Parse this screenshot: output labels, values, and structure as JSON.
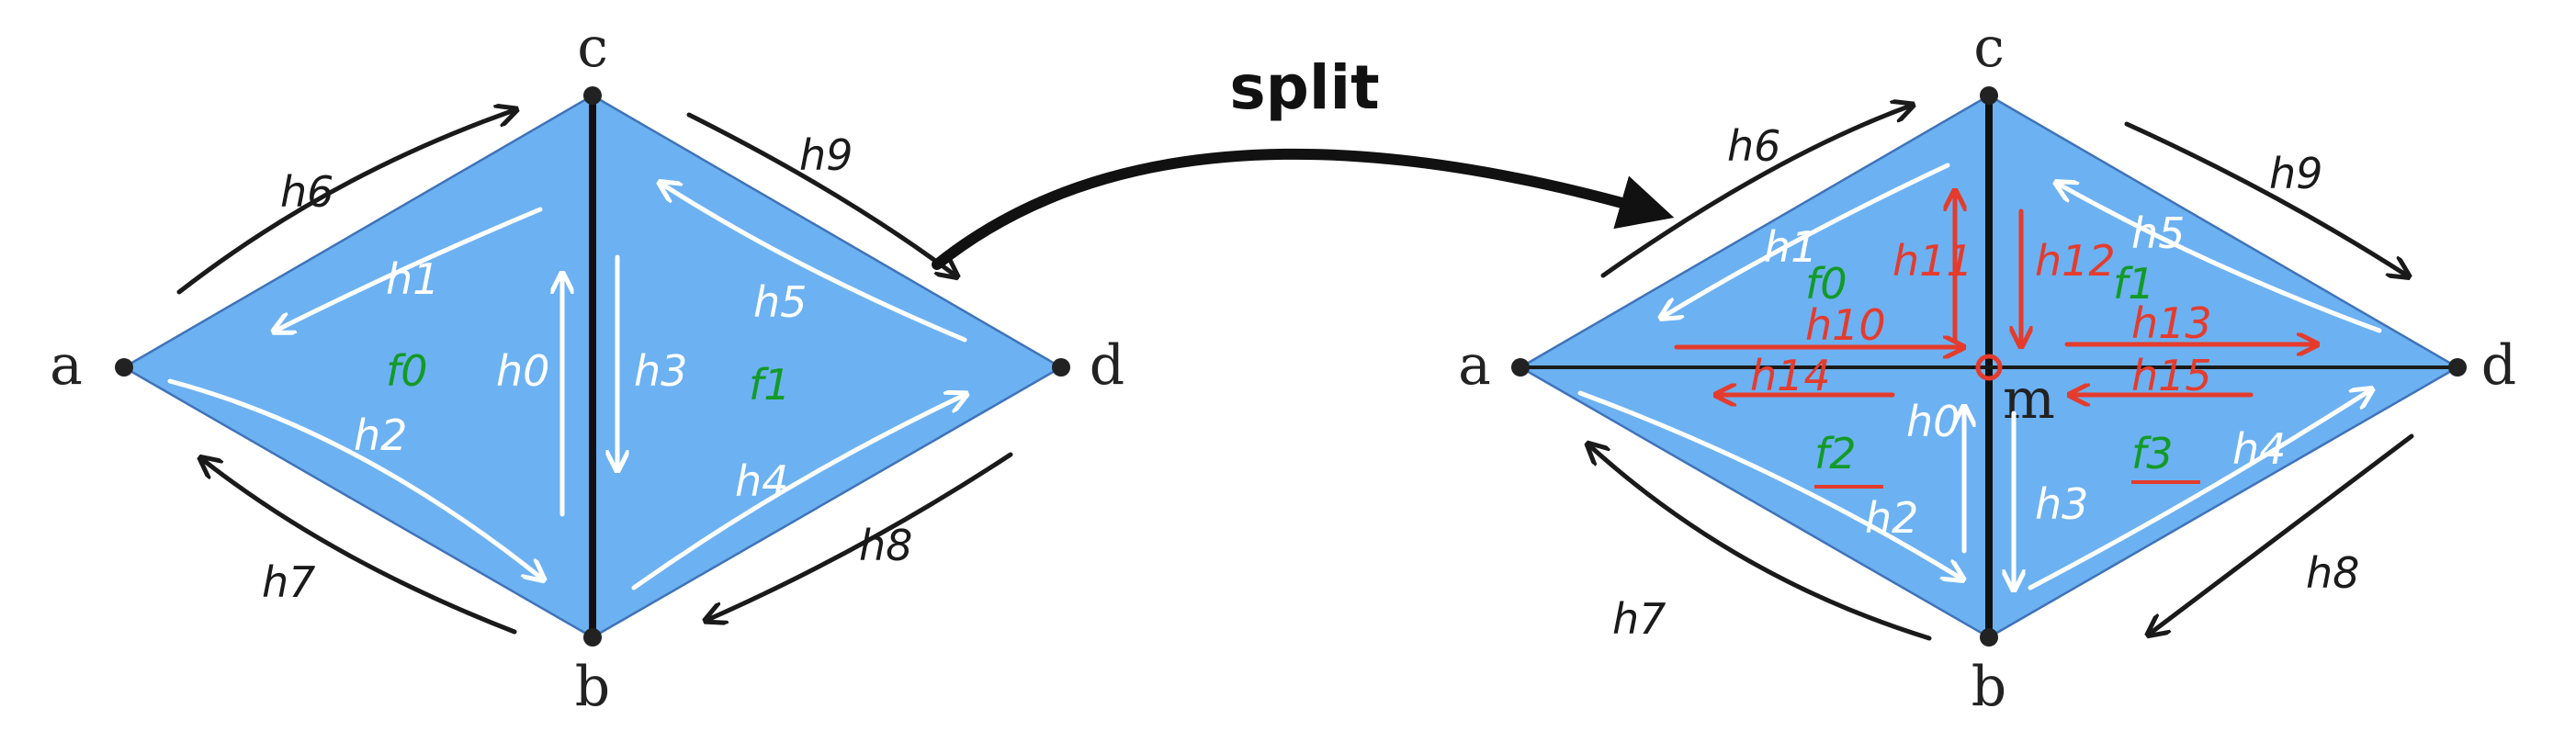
{
  "diagram": {
    "operation_label": "split",
    "colors": {
      "face_fill": "#6cb1f2",
      "face_outline": "#3f73b8",
      "edge_black": "#111111",
      "annotation_white": "#ffffff",
      "annotation_green": "#139a27",
      "annotation_red": "#e53b2c"
    },
    "before": {
      "vertices": {
        "a": "a",
        "b": "b",
        "c": "c",
        "d": "d"
      },
      "faces": {
        "f0": "f0",
        "f1": "f1"
      },
      "halfedges": {
        "h0": "h0",
        "h1": "h1",
        "h2": "h2",
        "h3": "h3",
        "h4": "h4",
        "h5": "h5",
        "h6": "h6",
        "h7": "h7",
        "h8": "h8",
        "h9": "h9"
      }
    },
    "after": {
      "vertices": {
        "a": "a",
        "b": "b",
        "c": "c",
        "d": "d",
        "m": "m"
      },
      "faces": {
        "f0": "f0",
        "f1": "f1",
        "f2": "f2",
        "f3": "f3"
      },
      "halfedges": {
        "h0": "h0",
        "h1": "h1",
        "h2": "h2",
        "h3": "h3",
        "h4": "h4",
        "h5": "h5",
        "h6": "h6",
        "h7": "h7",
        "h8": "h8",
        "h9": "h9",
        "h10": "h10",
        "h11": "h11",
        "h12": "h12",
        "h13": "h13",
        "h14": "h14",
        "h15": "h15"
      }
    }
  }
}
